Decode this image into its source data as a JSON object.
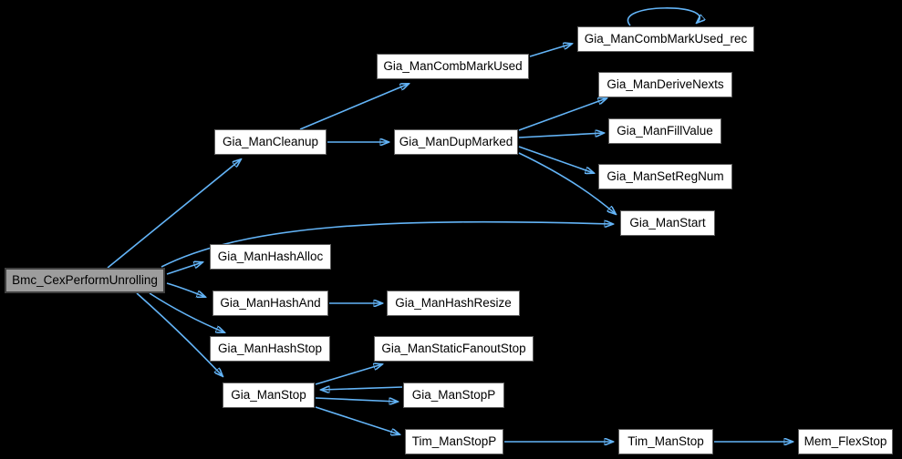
{
  "graph": {
    "type": "call-graph",
    "colors": {
      "background": "#000000",
      "edge": "#63B4F7",
      "node_background": "#FFFFFF",
      "node_border": "#5F5F5F",
      "root_background": "#9D9D9D",
      "root_border": "#404040",
      "text": "#000000"
    },
    "nodes": [
      {
        "id": "root",
        "label": "Bmc_CexPerformUnrolling"
      },
      {
        "id": "cleanup",
        "label": "Gia_ManCleanup"
      },
      {
        "id": "combmarkused",
        "label": "Gia_ManCombMarkUsed"
      },
      {
        "id": "combmarkusedrec",
        "label": "Gia_ManCombMarkUsed_rec"
      },
      {
        "id": "dupmarked",
        "label": "Gia_ManDupMarked"
      },
      {
        "id": "derivenexts",
        "label": "Gia_ManDeriveNexts"
      },
      {
        "id": "fillvalue",
        "label": "Gia_ManFillValue"
      },
      {
        "id": "setregnum",
        "label": "Gia_ManSetRegNum"
      },
      {
        "id": "start",
        "label": "Gia_ManStart"
      },
      {
        "id": "hashalloc",
        "label": "Gia_ManHashAlloc"
      },
      {
        "id": "hashand",
        "label": "Gia_ManHashAnd"
      },
      {
        "id": "hashresize",
        "label": "Gia_ManHashResize"
      },
      {
        "id": "hashstop",
        "label": "Gia_ManHashStop"
      },
      {
        "id": "stop",
        "label": "Gia_ManStop"
      },
      {
        "id": "staticfanoutstop",
        "label": "Gia_ManStaticFanoutStop"
      },
      {
        "id": "stopp",
        "label": "Gia_ManStopP"
      },
      {
        "id": "timmanstopp",
        "label": "Tim_ManStopP"
      },
      {
        "id": "timmanstop",
        "label": "Tim_ManStop"
      },
      {
        "id": "memflexstop",
        "label": "Mem_FlexStop"
      }
    ],
    "edges": [
      {
        "from": "root",
        "to": "cleanup"
      },
      {
        "from": "root",
        "to": "start"
      },
      {
        "from": "root",
        "to": "hashalloc"
      },
      {
        "from": "root",
        "to": "hashand"
      },
      {
        "from": "root",
        "to": "hashstop"
      },
      {
        "from": "root",
        "to": "stop"
      },
      {
        "from": "cleanup",
        "to": "combmarkused"
      },
      {
        "from": "cleanup",
        "to": "dupmarked"
      },
      {
        "from": "combmarkused",
        "to": "combmarkusedrec"
      },
      {
        "from": "combmarkusedrec",
        "to": "combmarkusedrec"
      },
      {
        "from": "dupmarked",
        "to": "derivenexts"
      },
      {
        "from": "dupmarked",
        "to": "fillvalue"
      },
      {
        "from": "dupmarked",
        "to": "setregnum"
      },
      {
        "from": "dupmarked",
        "to": "start"
      },
      {
        "from": "hashand",
        "to": "hashresize"
      },
      {
        "from": "stop",
        "to": "staticfanoutstop"
      },
      {
        "from": "stop",
        "to": "stopp"
      },
      {
        "from": "stopp",
        "to": "stop"
      },
      {
        "from": "stop",
        "to": "timmanstopp"
      },
      {
        "from": "timmanstopp",
        "to": "timmanstop"
      },
      {
        "from": "timmanstop",
        "to": "memflexstop"
      }
    ]
  }
}
